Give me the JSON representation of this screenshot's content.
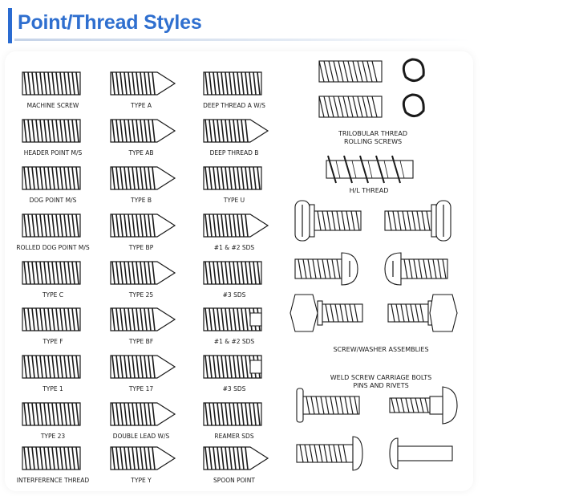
{
  "header": {
    "title": "Point/Thread Styles"
  },
  "grid": {
    "col1": [
      {
        "label": "MACHINE SCREW",
        "icon": "machine-screw-icon"
      },
      {
        "label": "HEADER POINT M/S",
        "icon": "header-point-icon"
      },
      {
        "label": "DOG POINT M/S",
        "icon": "dog-point-icon"
      },
      {
        "label": "ROLLED DOG POINT M/S",
        "icon": "rolled-dog-point-icon"
      },
      {
        "label": "TYPE C",
        "icon": "type-c-icon"
      },
      {
        "label": "TYPE F",
        "icon": "type-f-icon"
      },
      {
        "label": "TYPE 1",
        "icon": "type-1-icon"
      },
      {
        "label": "TYPE 23",
        "icon": "type-23-icon"
      },
      {
        "label": "INTERFERENCE THREAD",
        "icon": "interference-thread-icon"
      }
    ],
    "col2": [
      {
        "label": "TYPE A",
        "icon": "type-a-icon"
      },
      {
        "label": "TYPE AB",
        "icon": "type-ab-icon"
      },
      {
        "label": "TYPE B",
        "icon": "type-b-icon"
      },
      {
        "label": "TYPE BP",
        "icon": "type-bp-icon"
      },
      {
        "label": "TYPE 25",
        "icon": "type-25-icon"
      },
      {
        "label": "TYPE BF",
        "icon": "type-bf-icon"
      },
      {
        "label": "TYPE 17",
        "icon": "type-17-icon"
      },
      {
        "label": "DOUBLE LEAD W/S",
        "icon": "double-lead-icon"
      },
      {
        "label": "TYPE Y",
        "icon": "type-y-icon"
      }
    ],
    "col3": [
      {
        "label": "DEEP THREAD A W/S",
        "icon": "deep-thread-a-icon"
      },
      {
        "label": "DEEP THREAD B",
        "icon": "deep-thread-b-icon"
      },
      {
        "label": "TYPE U",
        "icon": "type-u-icon"
      },
      {
        "label": "#1 & #2 SDS",
        "icon": "sds-1-2-icon"
      },
      {
        "label": "#3 SDS",
        "icon": "sds-3-icon"
      },
      {
        "label": "#1 & #2 SDS",
        "icon": "sds-1-2-alt-icon"
      },
      {
        "label": "#3 SDS",
        "icon": "sds-3-alt-icon"
      },
      {
        "label": "REAMER SDS",
        "icon": "reamer-sds-icon"
      },
      {
        "label": "SPOON POINT",
        "icon": "spoon-point-icon"
      }
    ]
  },
  "right": {
    "trilobular_line1": "TRILOBULAR THREAD",
    "trilobular_line2": "ROLLING SCREWS",
    "hl_thread": "H/L THREAD",
    "screw_washer": "SCREW/WASHER ASSEMBLIES",
    "weld_line1": "WELD SCREW CARRIAGE BOLTS",
    "weld_line2": "PINS AND RIVETS"
  },
  "style": {
    "accent": "#2f6fcf",
    "ink": "#1a1a1a"
  }
}
